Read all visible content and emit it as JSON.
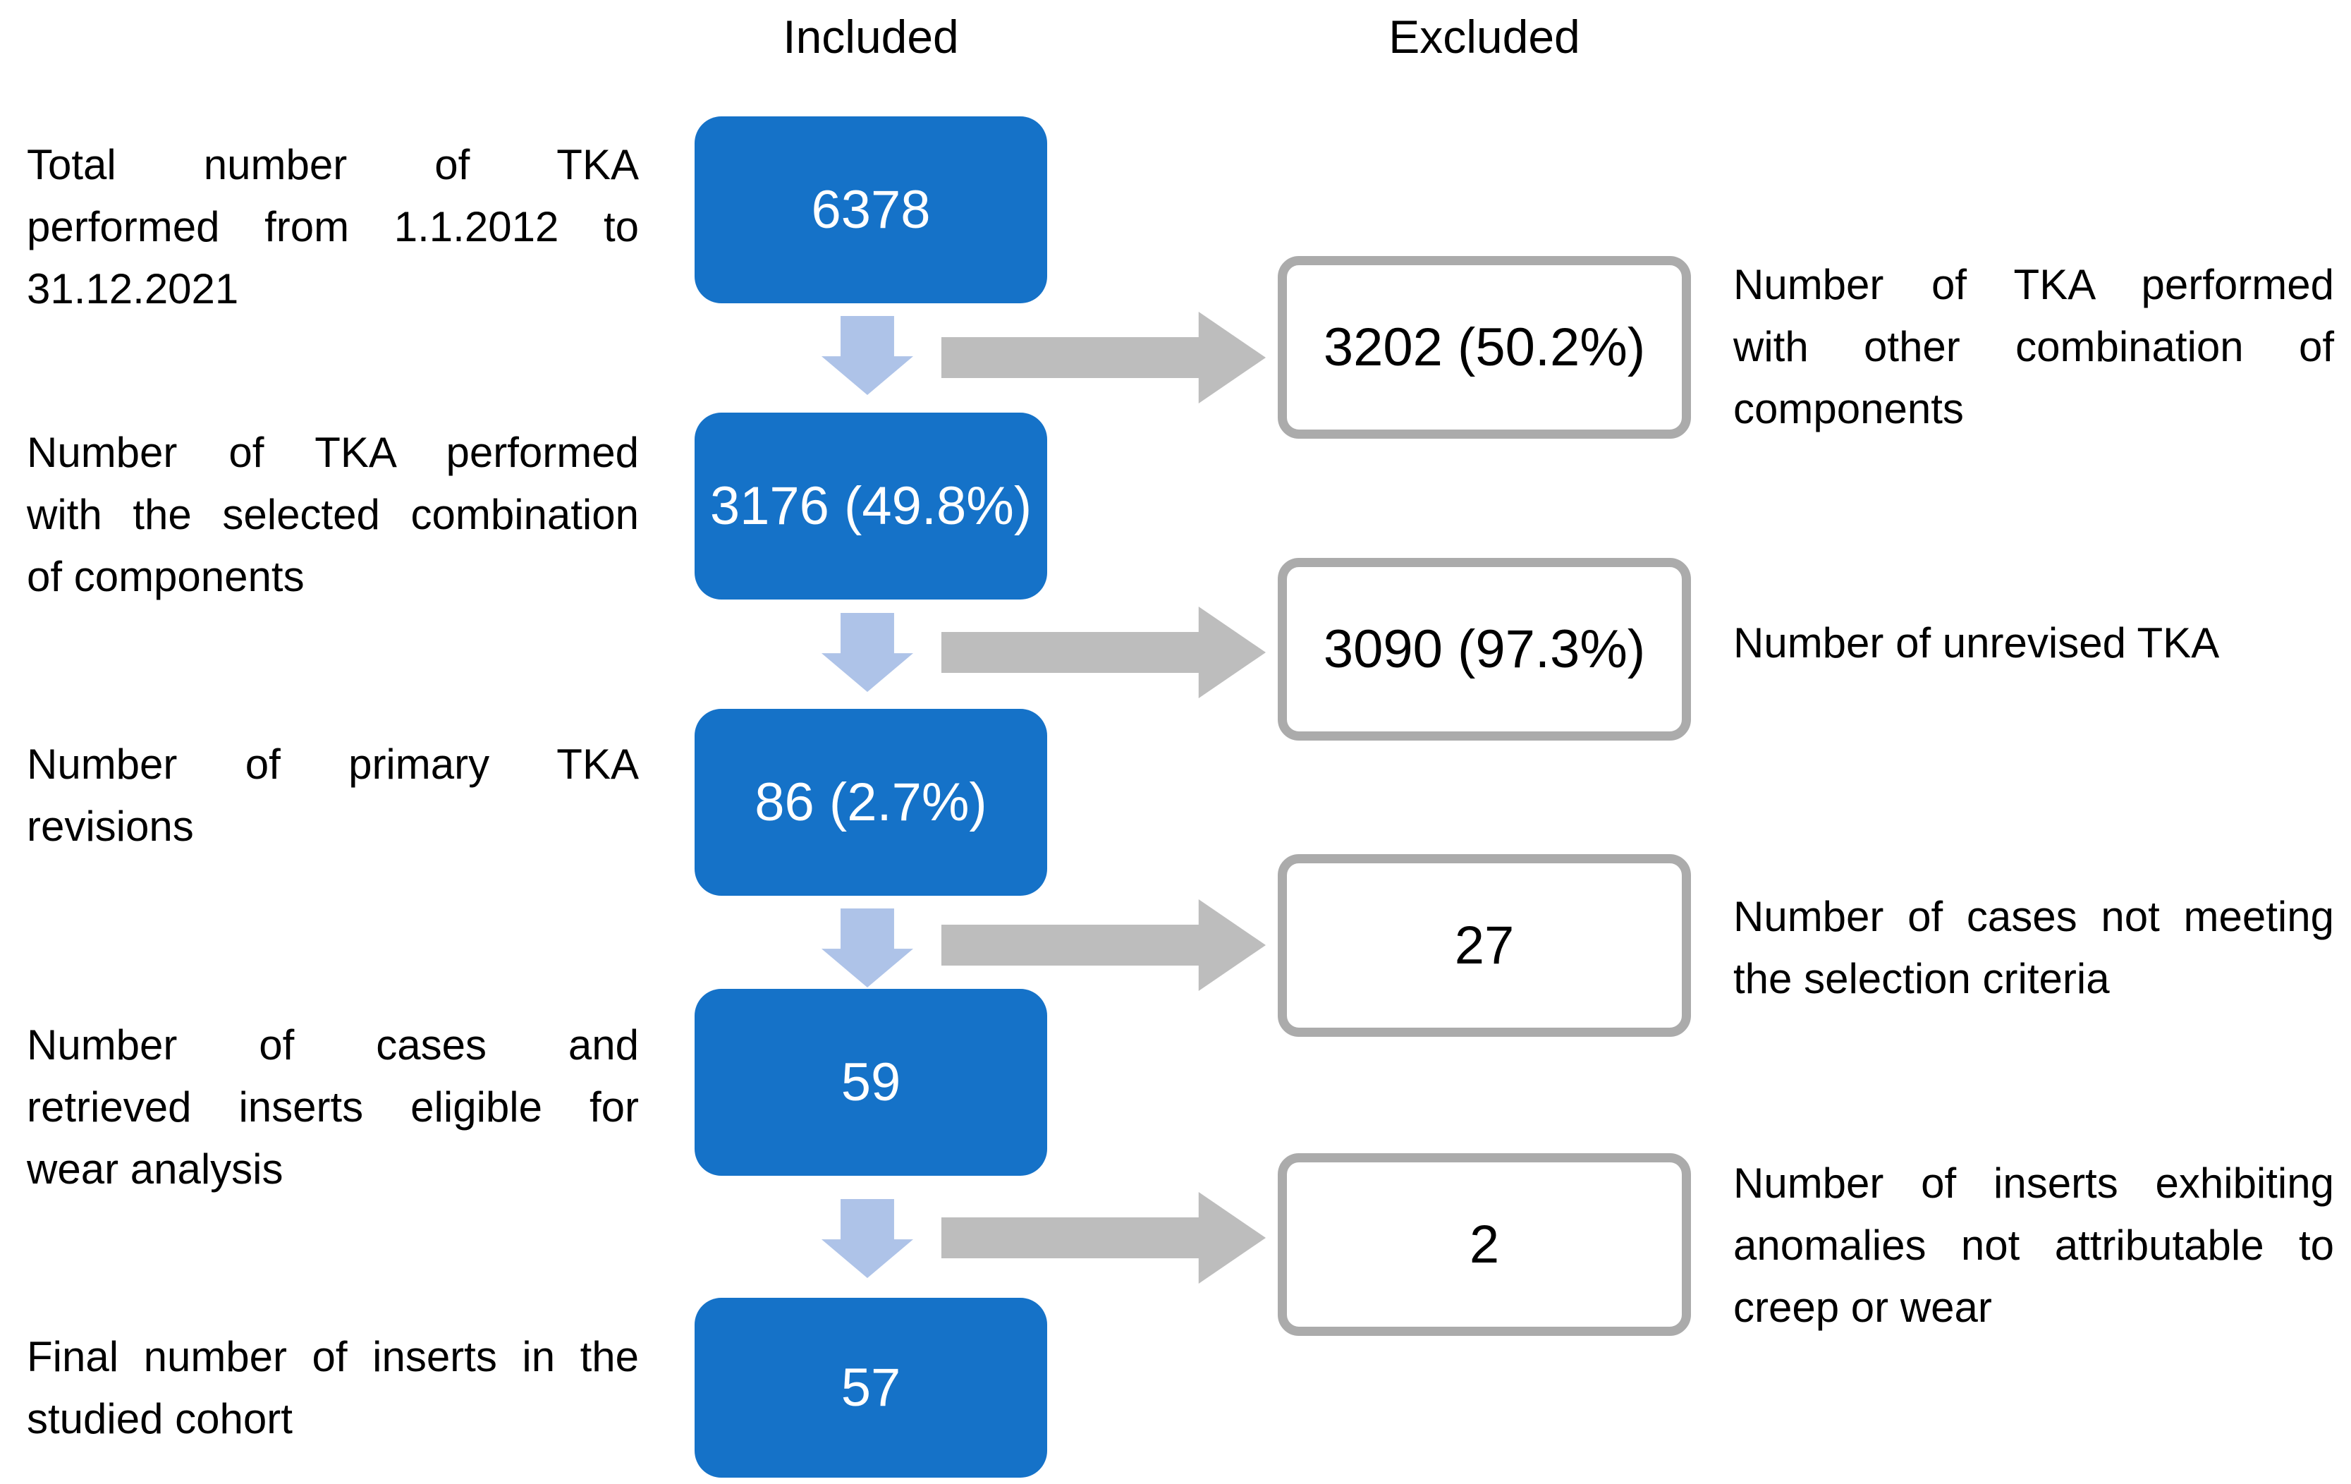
{
  "headers": {
    "included": "Included",
    "excluded": "Excluded"
  },
  "colors": {
    "included_box": "#1572C8",
    "box_text": "#FFFFFF",
    "down_arrow": "#AEC3E8",
    "flow_arrow": "#BDBDBD",
    "excluded_border": "#ABABAB",
    "text": "#000000",
    "page_bg": "#FFFFFF"
  },
  "included_boxes": [
    {
      "value": "6378"
    },
    {
      "value": "3176 (49.8%)"
    },
    {
      "value": "86 (2.7%)"
    },
    {
      "value": "59"
    },
    {
      "value": "57"
    }
  ],
  "excluded_boxes": [
    {
      "value": "3202 (50.2%)"
    },
    {
      "value": "3090 (97.3%)"
    },
    {
      "value": "27"
    },
    {
      "value": "2"
    }
  ],
  "left_labels": [
    {
      "lines": [
        "Total number of TKA",
        "performed from 1.1.2012 to",
        "31.12.2021"
      ]
    },
    {
      "lines": [
        "Number of TKA performed",
        "with the selected combination",
        "of components"
      ]
    },
    {
      "lines": [
        "Number of primary TKA",
        "revisions"
      ]
    },
    {
      "lines": [
        "Number of cases and",
        "retrieved inserts eligible for",
        "wear analysis"
      ]
    },
    {
      "lines": [
        "Final number of inserts in the",
        "studied cohort"
      ]
    }
  ],
  "right_labels": [
    {
      "lines": [
        "Number of TKA performed",
        "with other combination of",
        "components"
      ]
    },
    {
      "lines": [
        "Number of unrevised TKA"
      ]
    },
    {
      "lines": [
        "Number of cases not meeting",
        "the selection criteria"
      ]
    },
    {
      "lines": [
        "Number of inserts exhibiting",
        "anomalies not attributable to",
        "creep or wear"
      ]
    }
  ]
}
